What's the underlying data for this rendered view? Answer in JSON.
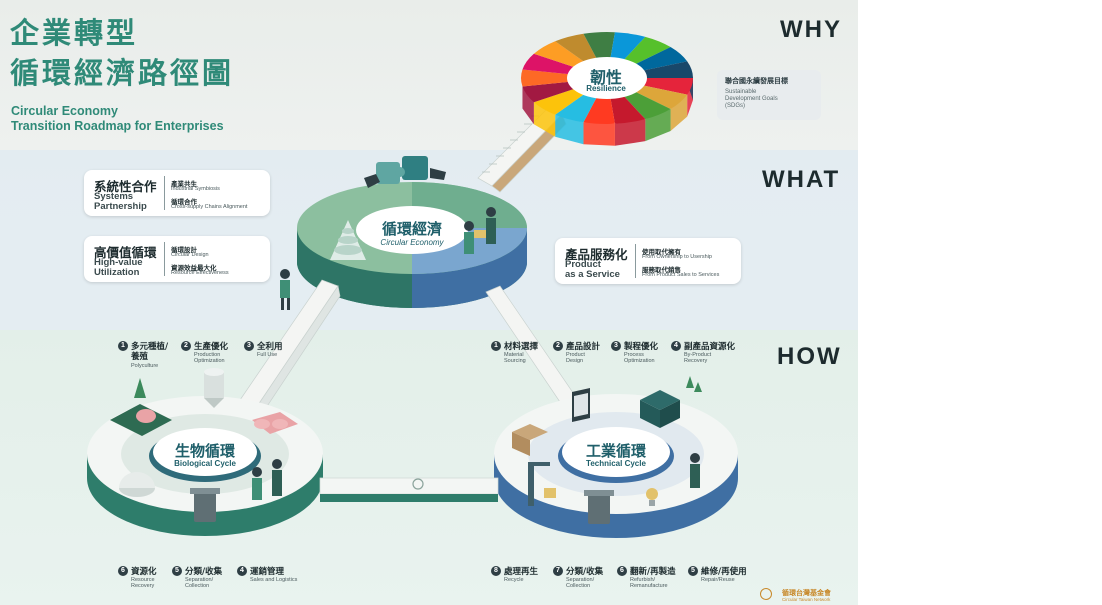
{
  "title": {
    "zh_line1": "企業轉型",
    "zh_line2": "循環經濟路徑圖",
    "en_line1": "Circular Economy",
    "en_line2": "Transition Roadmap for Enterprises"
  },
  "sections": {
    "why": "WHY",
    "what": "WHAT",
    "how": "HOW"
  },
  "resilience": {
    "zh": "韌性",
    "en": "Resilience",
    "sdg_zh": "聯合國永續發展目標",
    "sdg_en_1": "Sustainable",
    "sdg_en_2": "Development Goals",
    "sdg_en_3": "(SDGs)",
    "sdg_colors": [
      "#e5243b",
      "#dda63a",
      "#4c9f38",
      "#c5192d",
      "#ff3a21",
      "#26bde2",
      "#fcc30b",
      "#a21942",
      "#fd6925",
      "#dd1367",
      "#fd9d24",
      "#bf8b2e",
      "#3f7e44",
      "#0a97d9",
      "#56c02b",
      "#00689d",
      "#19486a"
    ]
  },
  "circular_economy": {
    "zh": "循環經濟",
    "en": "Circular Economy"
  },
  "what_cards": {
    "systems": {
      "zh": "系統性合作",
      "en1": "Systems",
      "en2": "Partnership",
      "sub1_zh": "產業共生",
      "sub1_en": "Industrial Symbiosis",
      "sub2_zh": "循環合作",
      "sub2_en": "Cross-supply Chains Alignment"
    },
    "high_value": {
      "zh": "高價值循環",
      "en1": "High-value",
      "en2": "Utilization",
      "sub1_zh": "循環設計",
      "sub1_en": "Circular Design",
      "sub2_zh": "資源效益最大化",
      "sub2_en": "Resource Effectiveness"
    },
    "paas": {
      "zh": "產品服務化",
      "en1": "Product",
      "en2": "as a Service",
      "sub1_zh": "使用取代擁有",
      "sub1_en": "From Ownership to Usership",
      "sub2_zh": "服務取代銷售",
      "sub2_en": "From Product Sales to Services"
    }
  },
  "biological_cycle": {
    "zh": "生物循環",
    "en": "Biological Cycle",
    "steps_top": [
      {
        "num": "1",
        "zh": "多元種植/",
        "zh2": "養殖",
        "en": "Polyculture"
      },
      {
        "num": "2",
        "zh": "生產優化",
        "en1": "Production",
        "en2": "Optimization"
      },
      {
        "num": "3",
        "zh": "全利用",
        "en1": "Full Use"
      }
    ],
    "steps_bottom": [
      {
        "num": "6",
        "zh": "資源化",
        "en1": "Resource",
        "en2": "Recovery"
      },
      {
        "num": "5",
        "zh": "分類/收集",
        "en1": "Separation/",
        "en2": "Collection"
      },
      {
        "num": "4",
        "zh": "運銷管理",
        "en1": "Sales and Logistics"
      }
    ]
  },
  "technical_cycle": {
    "zh": "工業循環",
    "en": "Technical Cycle",
    "steps_top": [
      {
        "num": "1",
        "zh": "材料選擇",
        "en1": "Material",
        "en2": "Sourcing"
      },
      {
        "num": "2",
        "zh": "產品設計",
        "en1": "Product",
        "en2": "Design"
      },
      {
        "num": "3",
        "zh": "製程優化",
        "en1": "Process",
        "en2": "Optimization"
      },
      {
        "num": "4",
        "zh": "副產品資源化",
        "en1": "By-Product",
        "en2": "Recovery"
      }
    ],
    "steps_bottom": [
      {
        "num": "8",
        "zh": "處理再生",
        "en1": "Recycle"
      },
      {
        "num": "7",
        "zh": "分類/收集",
        "en1": "Separation/",
        "en2": "Collection"
      },
      {
        "num": "6",
        "zh": "翻新/再製造",
        "en1": "Refurbish/",
        "en2": "Remanufacture"
      },
      {
        "num": "5",
        "zh": "維修/再使用",
        "en1": "Repair/Reuse"
      }
    ]
  },
  "footer": {
    "org_zh": "循環台灣基金會",
    "org_en": "Circular Taiwan Network"
  },
  "colors": {
    "teal_title": "#2f8a78",
    "platform_green": "#2e7d6b",
    "platform_blue": "#4a7fb5"
  }
}
